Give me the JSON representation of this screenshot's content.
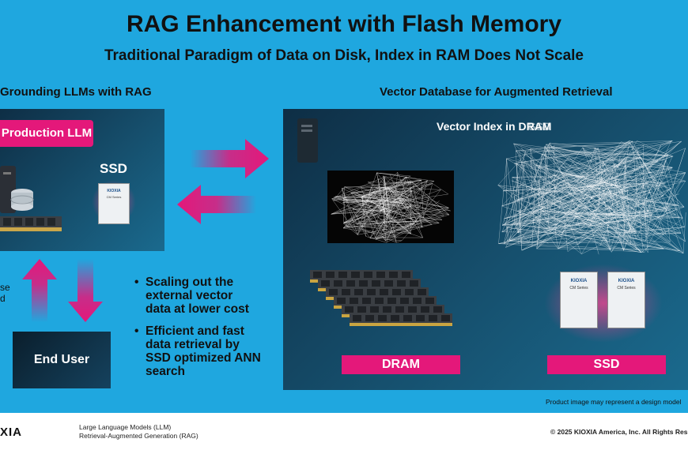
{
  "title": "RAG Enhancement with Flash Memory",
  "subtitle": "Traditional Paradigm of Data on Disk, Index in RAM Does Not Scale",
  "left": {
    "heading": "Grounding LLMs with RAG",
    "llm_label": "Production LLM",
    "ssd_label": "SSD",
    "side_text": [
      "se",
      "d"
    ],
    "end_user_label": "End User"
  },
  "right": {
    "heading": "Vector Database for Augmented Retrieval",
    "index_label": "Vector Index in DRAM",
    "index_overlay": "SSD",
    "dram_label": "DRAM",
    "ssd_label": "SSD",
    "disclaimer": "Product image may represent a design model"
  },
  "bullets": [
    "Scaling out the external vector data at lower cost",
    "Efficient and fast data retrieval by SSD optimized ANN search"
  ],
  "ssd_card": {
    "brand": "KIOXIA",
    "series": "CM Series"
  },
  "footer": {
    "logo": "XIA",
    "notes": [
      "Large Language Models (LLM)",
      "Retrieval-Augmented Generation (RAG)"
    ],
    "copyright": "© 2025 KIOXIA America, Inc. All Rights Res"
  },
  "colors": {
    "background": "#1fa7df",
    "accent": "#e4187a",
    "panel": "#0e2e45"
  }
}
